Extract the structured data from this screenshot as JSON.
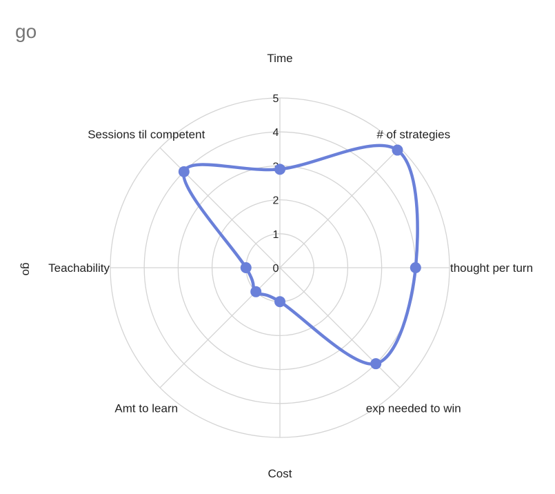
{
  "chart_data": {
    "type": "radar",
    "title": "go",
    "categories": [
      "Time",
      "# of strategies",
      "thought per turn",
      "exp needed to win",
      "Cost",
      "Amt to learn",
      "Teachability",
      "Sessions til competent"
    ],
    "series": [
      {
        "name": "go",
        "values": [
          2.9,
          4.9,
          4.0,
          4.0,
          1.0,
          1.0,
          1.0,
          4.0
        ]
      }
    ],
    "rlim": [
      0,
      5
    ],
    "ticks": [
      "0",
      "1",
      "2",
      "3",
      "4",
      "5"
    ],
    "series_label": "go",
    "grid": true,
    "colors": {
      "series": "#6a80d9",
      "grid": "#d4d4d4"
    }
  }
}
